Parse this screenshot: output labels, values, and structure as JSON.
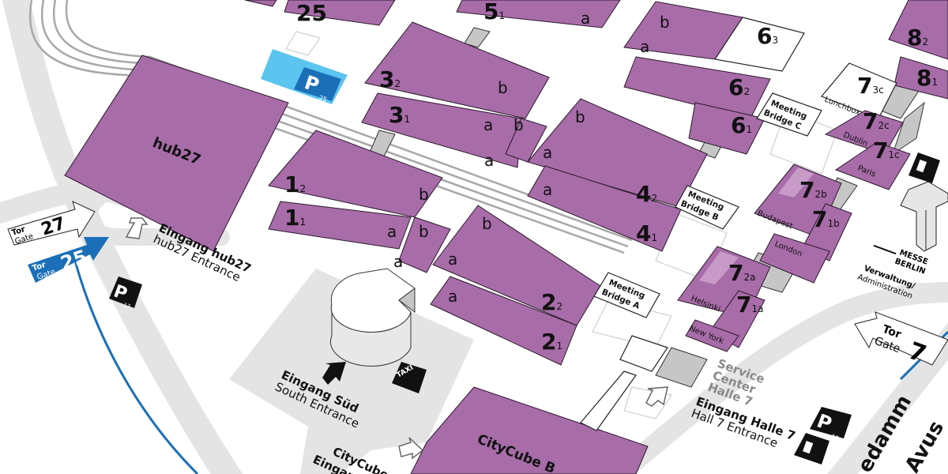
{
  "colors": {
    "hall": "#a86ca9",
    "service": "#c6c6c6",
    "route_blue": "#1a6fb8",
    "parking_blue": "#5bc4ef"
  },
  "halls": [
    {
      "num": "25",
      "sub": ""
    },
    {
      "num": "hub27",
      "sub": ""
    },
    {
      "num": "3",
      "sub": "2"
    },
    {
      "num": "3",
      "sub": "1"
    },
    {
      "num": "5",
      "sub": "1"
    },
    {
      "num": "6",
      "sub": "3"
    },
    {
      "num": "6",
      "sub": "2"
    },
    {
      "num": "6",
      "sub": "1"
    },
    {
      "num": "4",
      "sub": "2"
    },
    {
      "num": "4",
      "sub": "1"
    },
    {
      "num": "1",
      "sub": "2"
    },
    {
      "num": "1",
      "sub": "1"
    },
    {
      "num": "2",
      "sub": "2"
    },
    {
      "num": "2",
      "sub": "1"
    },
    {
      "num": "8",
      "sub": "2"
    },
    {
      "num": "8",
      "sub": "1"
    },
    {
      "num": "7",
      "sub": "3c"
    },
    {
      "num": "7",
      "sub": "2c"
    },
    {
      "num": "7",
      "sub": "1c"
    },
    {
      "num": "7",
      "sub": "2b"
    },
    {
      "num": "7",
      "sub": "1b"
    },
    {
      "num": "7",
      "sub": "2a"
    },
    {
      "num": "7",
      "sub": "1a"
    },
    {
      "num": "CityCube B",
      "sub": ""
    }
  ],
  "sections": [
    "a",
    "b",
    "a",
    "b",
    "a",
    "a",
    "b",
    "b",
    "a",
    "a",
    "b",
    "a",
    "a",
    "b",
    "a",
    "b",
    "a"
  ],
  "rooms": [
    "Lunchbox",
    "Dublin",
    "Paris",
    "Budapest",
    "London",
    "Helsinki",
    "New York"
  ],
  "bridges": [
    {
      "line1": "Meeting",
      "line2": "Bridge C"
    },
    {
      "line1": "Meeting",
      "line2": "Bridge B"
    },
    {
      "line1": "Meeting",
      "line2": "Bridge A"
    }
  ],
  "entrances": [
    {
      "de": "Eingang hub27",
      "en": "hub27 Entrance"
    },
    {
      "de": "Eingang Süd",
      "en": "South Entrance"
    },
    {
      "de": "Eingang Halle 7",
      "en": "Hall 7 Entrance"
    },
    {
      "de": "CityCube",
      "en": "Eingan"
    }
  ],
  "service_center": [
    "Service",
    "Center",
    "Halle 7"
  ],
  "gates": [
    {
      "tor": "Tor",
      "gate": "Gate",
      "num": "27"
    },
    {
      "tor": "Tor",
      "gate": "Gate",
      "num": "25"
    },
    {
      "tor": "Tor",
      "gate": "Gate",
      "num": "7"
    }
  ],
  "admin": {
    "brand_line1": "MESSE",
    "brand_line2": "BERLIN",
    "de": "Verwaltung/",
    "en": "Administration"
  },
  "parking": [
    {
      "letter": "P",
      "num": "25"
    },
    {
      "letter": "P",
      "num": "17"
    },
    {
      "letter": "P",
      "num": "15"
    }
  ],
  "taxi": "TAXI",
  "streets": [
    "edamm",
    "Avus"
  ]
}
